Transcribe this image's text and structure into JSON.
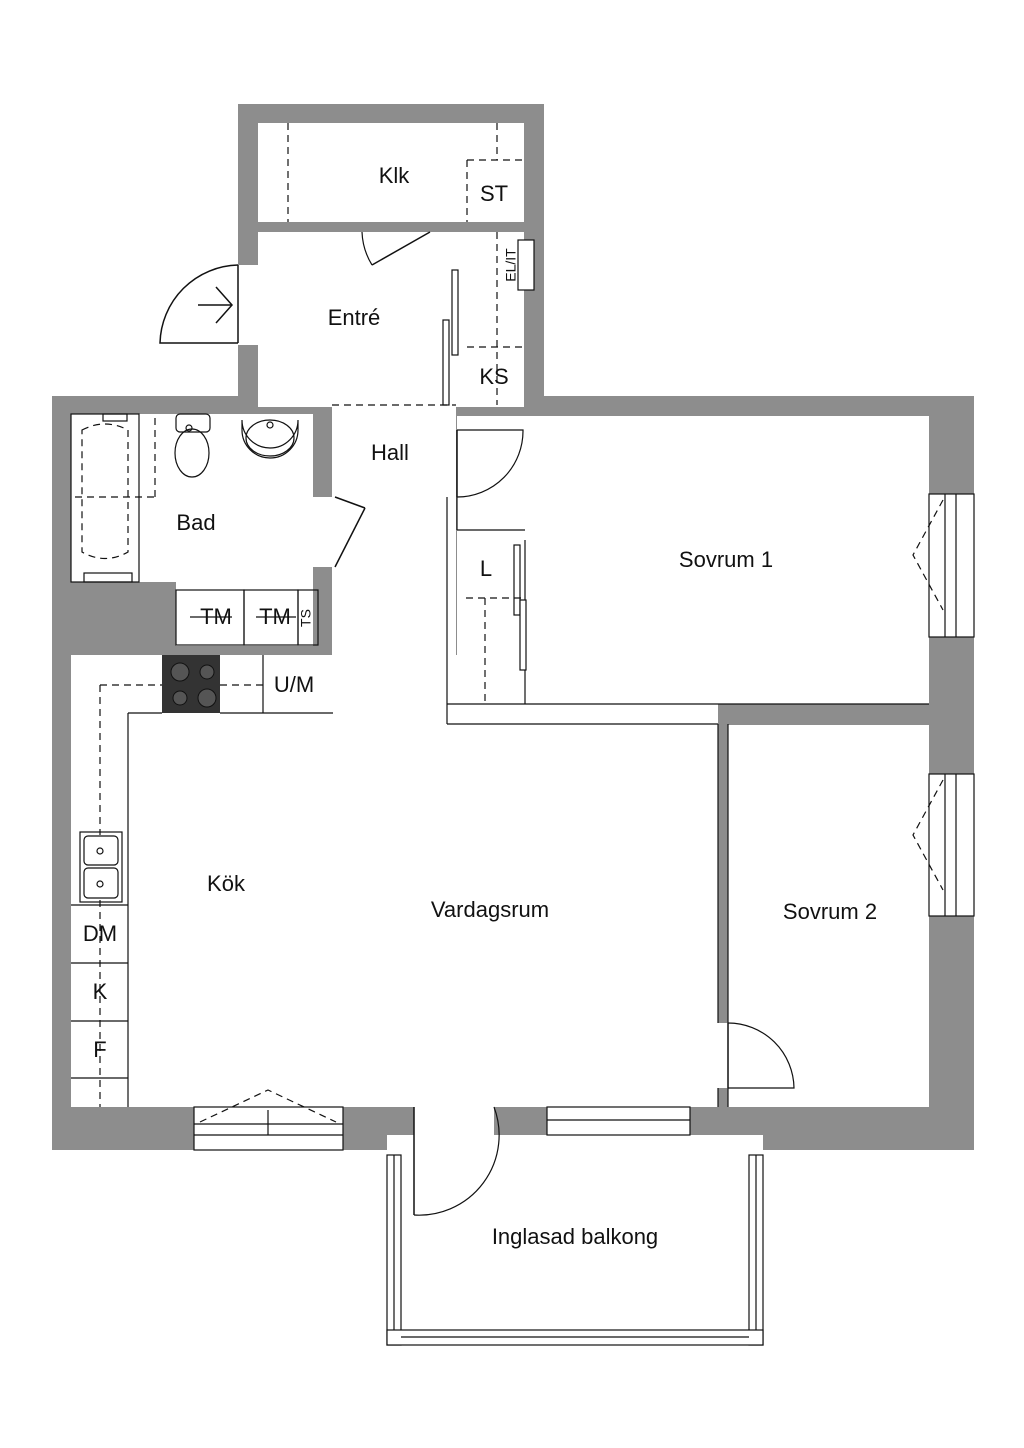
{
  "rooms": {
    "klk": "Klk",
    "st": "ST",
    "el_it": "EL/IT",
    "entre": "Entré",
    "ks": "KS",
    "hall": "Hall",
    "bad": "Bad",
    "tm1": "TM",
    "tm2": "TM",
    "ts": "TS",
    "um": "U/M",
    "l": "L",
    "sovrum1": "Sovrum 1",
    "sovrum2": "Sovrum 2",
    "kok": "Kök",
    "vardagsrum": "Vardagsrum",
    "dm": "DM",
    "k": "K",
    "f": "F",
    "balkong": "Inglasad balkong"
  }
}
